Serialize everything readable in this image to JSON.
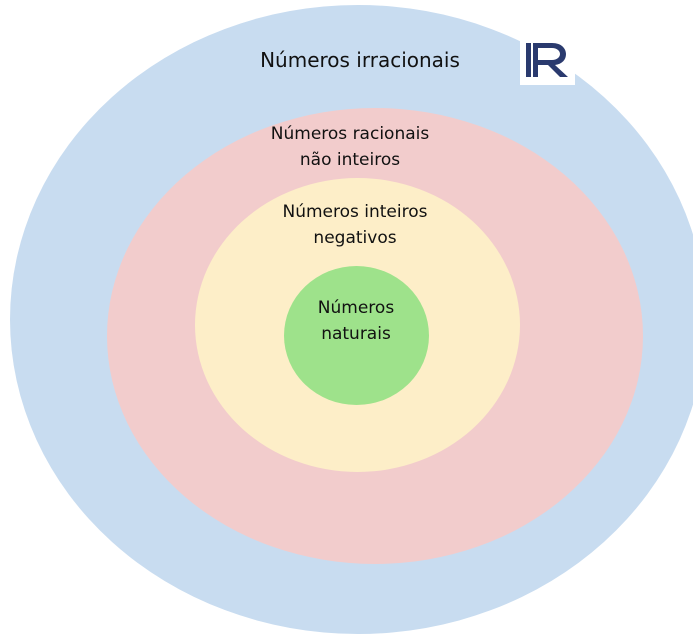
{
  "diagram": {
    "rings": [
      {
        "id": "irrational",
        "lines": [
          "Números irracionais"
        ],
        "color": "#c8dcf0"
      },
      {
        "id": "rational",
        "lines": [
          "Números racionais",
          "não inteiros"
        ],
        "color": "#f2cccc"
      },
      {
        "id": "negative",
        "lines": [
          "Números inteiros",
          "negativos"
        ],
        "color": "#fdeec8"
      },
      {
        "id": "natural",
        "lines": [
          "Números",
          "naturais"
        ],
        "color": "#9ee28b"
      }
    ],
    "set_symbol": {
      "letter": "R",
      "icon": "double-struck-r-icon",
      "color": "#2a3a6e"
    }
  }
}
